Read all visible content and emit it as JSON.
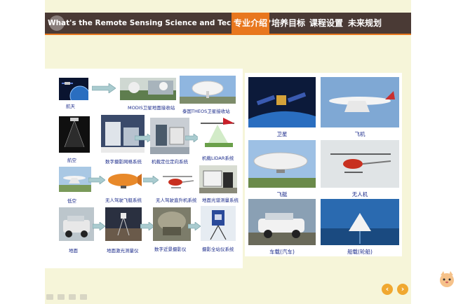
{
  "header": {
    "title": "What's the Remote Sensing Science and Technology ?",
    "tabs": [
      {
        "label": "专业介绍",
        "active": true
      },
      {
        "label": "培养目标",
        "active": false
      },
      {
        "label": "课程设置",
        "active": false
      },
      {
        "label": "未来规划",
        "active": false
      }
    ]
  },
  "diagram": {
    "row1": {
      "platform": "航天",
      "receiver": "MODIS卫星地面接收站",
      "station": "泰国THEOS卫星接收站"
    },
    "row2": {
      "platform": "航空",
      "camera": "数字摄影网格系统",
      "pos": "机载定位定向系统",
      "lidar": "机载LIDAR系统"
    },
    "row3": {
      "platform": "低空",
      "airship": "无人驾驶飞艇系统",
      "heli": "无人驾驶直升机系统",
      "spectro": "地面光谱测量系统"
    },
    "row4": {
      "platform": "地面",
      "laser": "地面激光测量仪",
      "closerange": "数字近景摄影仪",
      "totalstation": "摄影全站仪系统"
    }
  },
  "platforms": [
    {
      "label": "卫星"
    },
    {
      "label": "飞机"
    },
    {
      "label": "飞艇"
    },
    {
      "label": "无人机"
    },
    {
      "label": "车载(汽车)"
    },
    {
      "label": "船载(轮船)"
    }
  ],
  "nav": {
    "prev": "‹",
    "next": "›"
  }
}
